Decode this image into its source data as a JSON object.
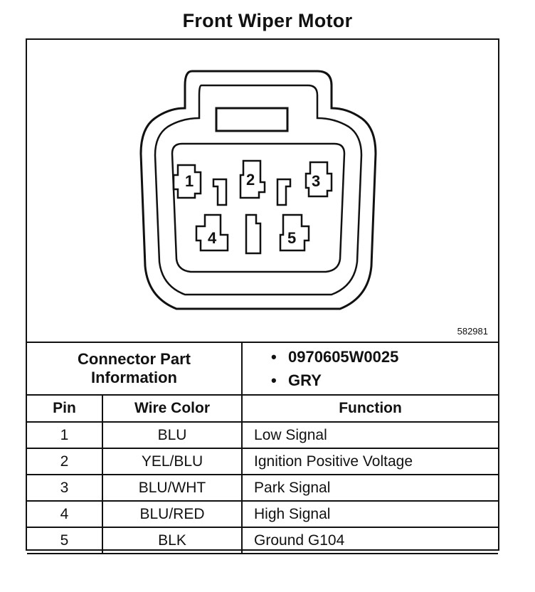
{
  "title": "Front Wiper Motor",
  "figure_number": "582981",
  "connector_part_info": {
    "label_line1": "Connector Part",
    "label_line2": "Information",
    "values": [
      "0970605W0025",
      "GRY"
    ]
  },
  "pins_diagram": [
    "1",
    "2",
    "3",
    "4",
    "5"
  ],
  "table": {
    "headers": {
      "pin": "Pin",
      "wire_color": "Wire Color",
      "function": "Function"
    },
    "rows": [
      {
        "pin": "1",
        "wire_color": "BLU",
        "function": "Low Signal"
      },
      {
        "pin": "2",
        "wire_color": "YEL/BLU",
        "function": "Ignition Positive Voltage"
      },
      {
        "pin": "3",
        "wire_color": "BLU/WHT",
        "function": "Park Signal"
      },
      {
        "pin": "4",
        "wire_color": "BLU/RED",
        "function": "High Signal"
      },
      {
        "pin": "5",
        "wire_color": "BLK",
        "function": "Ground G104"
      }
    ]
  }
}
